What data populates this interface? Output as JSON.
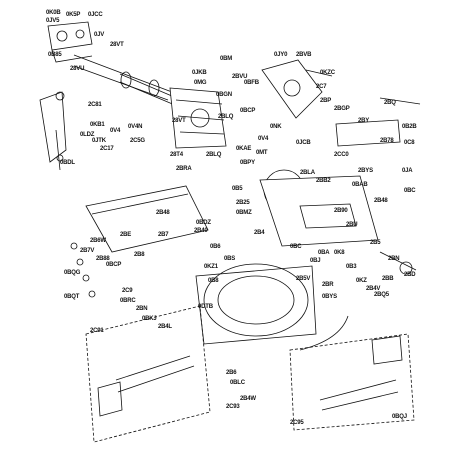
{
  "labels": [
    "0K0B",
    "0JV5",
    "0K5P",
    "0JCC",
    "0JV",
    "0B85",
    "28VT",
    "28VU",
    "2C81",
    "0KB1",
    "0V4",
    "0LDZ",
    "0JTK",
    "2C17",
    "2C5G",
    "0V4N",
    "0JKB",
    "0MG",
    "2BVU",
    "0BGN",
    "2BLQ",
    "28VT",
    "0BCP",
    "0BFB",
    "0JY0",
    "2BVB",
    "0KZC",
    "2C7",
    "2BP",
    "2BGP",
    "2BY",
    "2BQ",
    "0B2B",
    "2B78",
    "0V4",
    "0NK",
    "0JCB",
    "0MT",
    "0KAE",
    "0BPY",
    "2BLQ",
    "2CC0",
    "28T4",
    "2BRA",
    "0B5",
    "0C8",
    "2BLA",
    "2BB2",
    "2BYS",
    "0BAB",
    "0JA",
    "0BC",
    "2B90",
    "2BU",
    "2B25",
    "0BMZ",
    "2B48",
    "0BDZ",
    "2B40",
    "2B7",
    "0B6",
    "2B4",
    "0BC",
    "0BS",
    "0BA",
    "0K8",
    "2B5",
    "0B3",
    "2BN",
    "0KZ",
    "2B5V",
    "2BR",
    "2BB",
    "0BYS",
    "0KZ1",
    "2B6W",
    "2B7V",
    "2B88",
    "2B8",
    "0BCP",
    "0BQG",
    "0BQT",
    "0BRC",
    "2C91",
    "2C93",
    "2C95",
    "0BQJ",
    "2BN",
    "0BKJ",
    "2B4L",
    "2C9",
    "0B8",
    "0DTB",
    "2B4W",
    "2B6",
    "0BLC",
    "0BJ",
    "2BQ5",
    "2B48",
    "2BE",
    "0BDL",
    "2B4V",
    "2BD",
    "0BM"
  ]
}
